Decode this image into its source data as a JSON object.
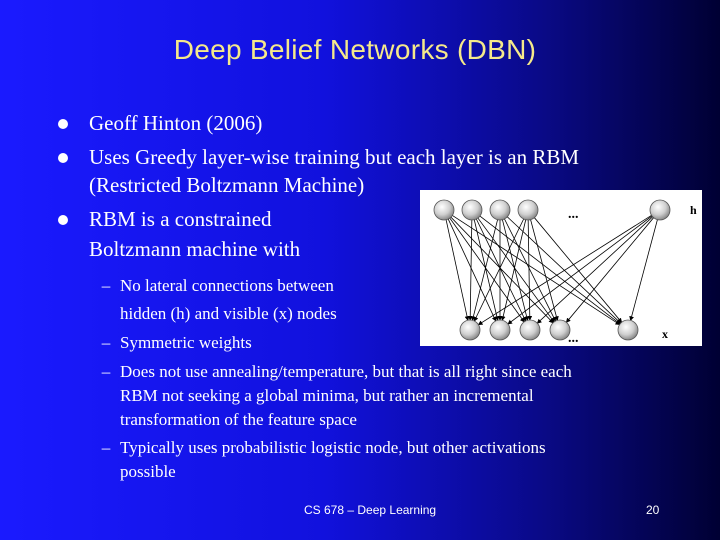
{
  "slide": {
    "title": "Deep Belief Networks (DBN)",
    "bullets": [
      {
        "lines": [
          "Geoff Hinton (2006)"
        ]
      },
      {
        "lines": [
          "Uses Greedy layer-wise training but each layer is an RBM",
          "(Restricted Boltzmann Machine)"
        ]
      },
      {
        "lines": [
          "RBM is a constrained",
          "Boltzmann machine with"
        ]
      }
    ],
    "sub_bullets": [
      {
        "lines": [
          "No lateral connections between",
          "hidden (h) and visible (x) nodes"
        ]
      },
      {
        "lines": [
          "Symmetric weights"
        ]
      },
      {
        "lines": [
          "Does not use annealing/temperature, but that is all right since each",
          "RBM not seeking a global minima, but rather an incremental",
          "transformation of the feature space"
        ]
      },
      {
        "lines": [
          "Typically uses probabilistic logistic node, but other activations",
          "possible"
        ]
      }
    ],
    "figure": {
      "hidden_label": "h",
      "visible_label": "x",
      "ellipsis_top": "...",
      "ellipsis_bottom": "..."
    },
    "footer": {
      "course": "CS 678 – Deep Learning",
      "page": "20"
    },
    "colors": {
      "title": "#f5e98a",
      "text": "#ffffff",
      "background_start": "#1a1aff",
      "background_end": "#000033"
    }
  }
}
